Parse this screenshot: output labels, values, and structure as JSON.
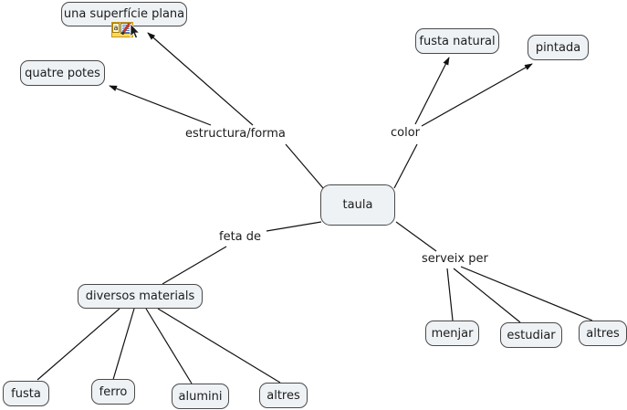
{
  "map": {
    "title": "taula",
    "language": "Catalan",
    "background_color": "#ffffff",
    "node_fill_color": "#eef2f5",
    "node_border_color": "#4a4a4a",
    "text_color": "#1c1c1c",
    "edge_color": "#1a1a1a"
  },
  "nodes": {
    "central": {
      "label": "taula"
    },
    "superficie": {
      "label": "una superfície plana"
    },
    "potes": {
      "label": "quatre potes"
    },
    "fusta_natural": {
      "label": "fusta natural"
    },
    "pintada": {
      "label": "pintada"
    },
    "materials": {
      "label": "diversos materials"
    },
    "fusta": {
      "label": "fusta"
    },
    "ferro": {
      "label": "ferro"
    },
    "alumini": {
      "label": "alumini"
    },
    "altres_materials": {
      "label": "altres"
    },
    "menjar": {
      "label": "menjar"
    },
    "estudiar": {
      "label": "estudiar"
    },
    "altres_usos": {
      "label": "altres"
    }
  },
  "link_labels": {
    "estructura": "estructura/forma",
    "color": "color",
    "feta_de": "feta de",
    "serveix_per": "serveix per"
  },
  "icons": {
    "note_letter": "a",
    "note_name": "annotation-note-icon",
    "cursor_name": "mouse-pointer-icon"
  }
}
